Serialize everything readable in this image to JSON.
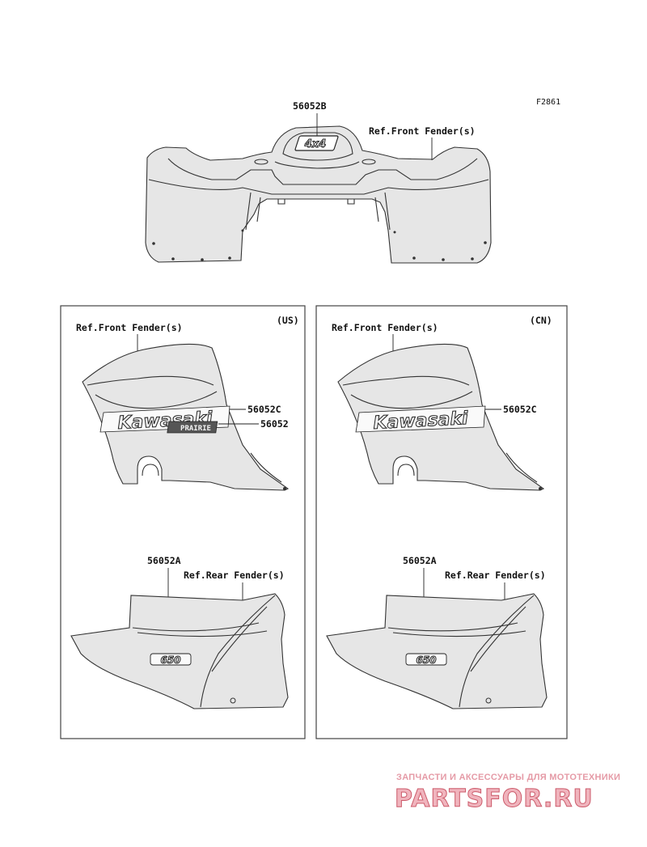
{
  "diagram_code": "F2861",
  "top": {
    "part_number": "56052B",
    "reference": "Ref.Front Fender(s)",
    "emblem_text": "4x4"
  },
  "panels": [
    {
      "region": "(US)",
      "front_reference": "Ref.Front Fender(s)",
      "front_part_numbers": [
        "56052C",
        "56052"
      ],
      "brand_text": "Kawasaki",
      "model_text": "PRAIRIE",
      "rear_part_number": "56052A",
      "rear_reference": "Ref.Rear Fender(s)",
      "rear_emblem_text": "650"
    },
    {
      "region": "(CN)",
      "front_reference": "Ref.Front Fender(s)",
      "front_part_numbers": [
        "56052C"
      ],
      "brand_text": "Kawasaki",
      "rear_part_number": "56052A",
      "rear_reference": "Ref.Rear Fender(s)",
      "rear_emblem_text": "650"
    }
  ],
  "watermark": {
    "tagline": "ЗАПЧАСТИ И АКСЕССУАРЫ ДЛЯ МОТОТЕХНИКИ",
    "site": "PARTSFOR.RU"
  }
}
